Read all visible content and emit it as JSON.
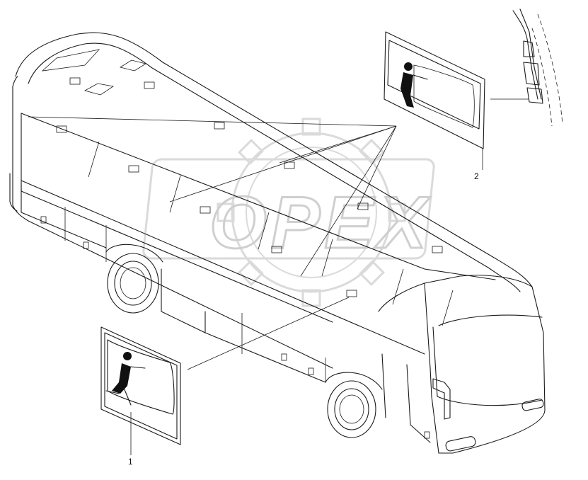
{
  "watermark": {
    "text": "OPEX",
    "color": "#c8c8c8"
  },
  "callouts": [
    {
      "label": "1"
    },
    {
      "label": "2"
    }
  ],
  "icons": {
    "sign_1": "emergency-exit-hammer-sign-icon",
    "sign_2": "emergency-exit-hammer-sign-icon",
    "hammer": "emergency-hammer-icon",
    "bus": "coach-bus-icon"
  },
  "colors": {
    "line": "#1a1a1a",
    "background": "#ffffff"
  }
}
